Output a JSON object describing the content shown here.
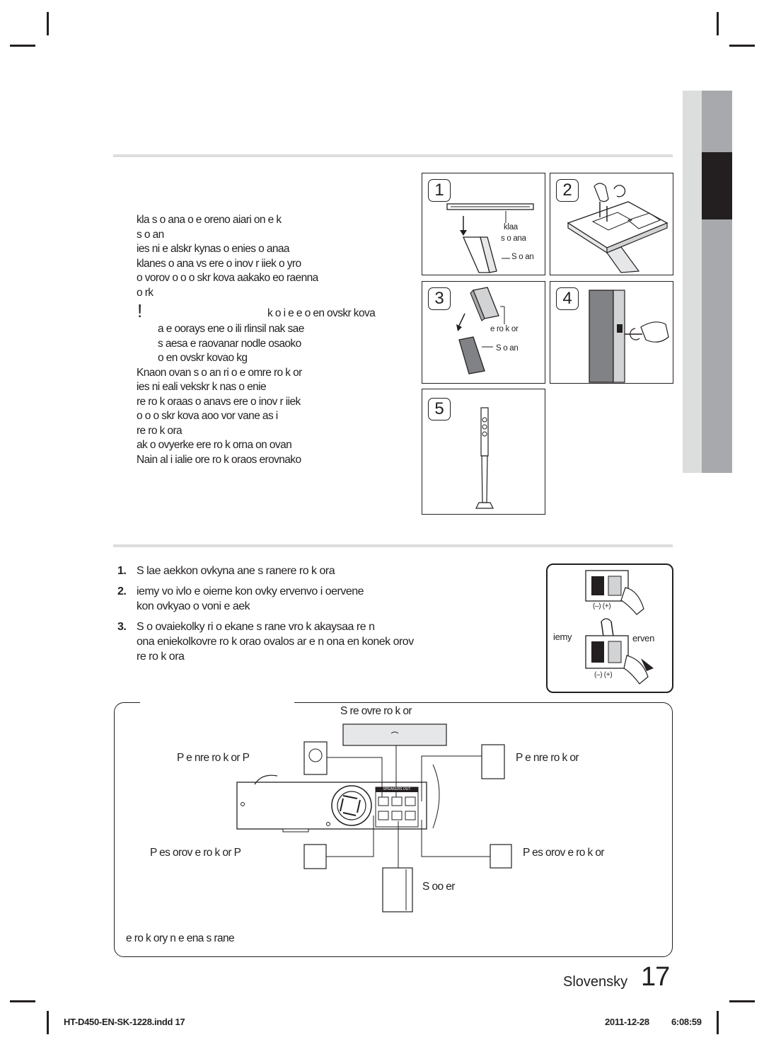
{
  "left_paragraph": [
    "kla s o ana o e oreno aiari on   e  k",
    "s o an",
    "ies ni e alskr kynas o enies o anaa",
    "klanes o ana vs ere o inov  r iiek o yro",
    "o vorov o o o skr kova aakako eo raenna",
    "o rk"
  ],
  "caution": {
    "symbol": "!",
    "heading": "k o i e e o en ovskr kova",
    "lines": [
      "a e oorays ene o ili rlinsil  nak sae",
      "s aesa  e raovanar nodle osaoko",
      "o en ovskr kovao kg"
    ]
  },
  "left_paragraph_2": [
    "Knaon ovan  s o an ri o  e omre ro  k or",
    "ies ni eali vekskr  k nas o enie",
    "re ro  k oraas o anavs ere o inov  r iiek",
    "o o o skr  kova aoo vor vane as i",
    "re ro  k ora",
    "ak o ovyerke ere ro  k orna on ovan",
    "Nain al i ialie ore ro  k oraos    erovnako"
  ],
  "steps": [
    {
      "num": "1",
      "labels": [
        "klaa",
        "s o ana",
        "S o an"
      ]
    },
    {
      "num": "2",
      "labels": []
    },
    {
      "num": "3",
      "labels": [
        "e ro  k or",
        "S o an"
      ]
    },
    {
      "num": "4",
      "labels": []
    },
    {
      "num": "5",
      "labels": []
    }
  ],
  "connect_list": [
    {
      "num": "1.",
      "lines": [
        "S lae aekkon ovkyna ane s ranere ro  k ora"
      ]
    },
    {
      "num": "2.",
      "lines": [
        "iemy vo ivlo e oierne kon ovky ervenvo i oervene",
        "kon ovkyao o voni e aek"
      ]
    },
    {
      "num": "3.",
      "lines": [
        "S o ovaiekolky ri o  ekane s rane vro  k akaysaa re n",
        "ona eniekolkovre ro  k orao ovalos ar e n ona en konek orov",
        "re ro  k ora"
      ]
    }
  ],
  "terminal": {
    "left": "iemy",
    "right": "erven",
    "polarity_top": "(–) (+)",
    "polarity_bottom": "(–) (+)"
  },
  "diagram": {
    "center_label": "S re ovre ro  k or",
    "front_left": "P e nre ro  k or P",
    "front_right": "P e nre ro  k or",
    "surround_left": "P es orov  e ro  k or P",
    "surround_right": "P es orov  e ro  k or",
    "subwoofer": "S  oo er",
    "panel_title": "SPEAKERS OUT",
    "note": "e ro  k ory n  e ena s rane"
  },
  "page": {
    "language": "Slovensky",
    "number": "17"
  },
  "footer": {
    "file": "HT-D450-EN-SK-1228.indd   17",
    "date": "2011-12-28",
    "time": "6:08:59"
  }
}
